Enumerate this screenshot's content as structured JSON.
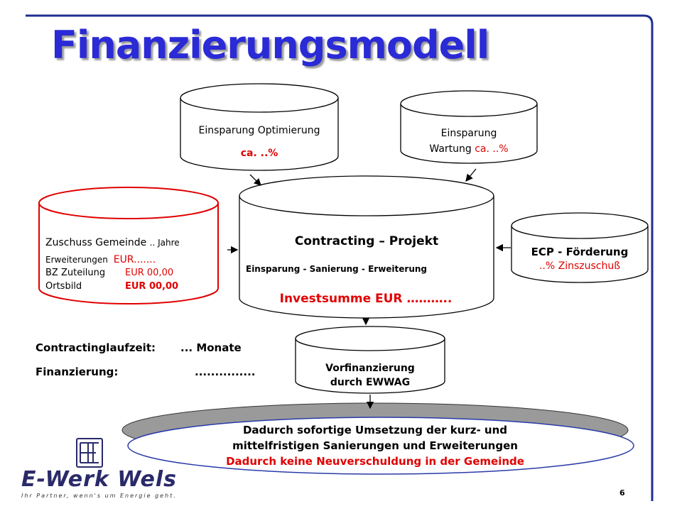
{
  "title": "Finanzierungsmodell",
  "cyl_optimierung": {
    "line1": "Einsparung Optimierung",
    "value": "ca. ..%"
  },
  "cyl_wartung": {
    "line1": "Einsparung",
    "line2_label": "Wartung",
    "value": "ca. ..%"
  },
  "cyl_zuschuss": {
    "heading": "Zuschuss Gemeinde",
    "heading_suffix": ".. Jahre",
    "rows": [
      {
        "label": "Erweiterungen",
        "value": "EUR......."
      },
      {
        "label": "BZ Zuteilung",
        "value": "EUR 00,00"
      },
      {
        "label": "Ortsbild",
        "value": "EUR 00,00"
      }
    ]
  },
  "cyl_contracting": {
    "heading": "Contracting – Projekt",
    "subtitle": "Einsparung - Sanierung - Erweiterung",
    "investsumme": "Investsumme  EUR ……….."
  },
  "cyl_ecp": {
    "heading": "ECP - Förderung",
    "value": "..% Zinszuschuß"
  },
  "cyl_vorfinanzierung": {
    "line1": "Vorfinanzierung",
    "line2": "durch EWWAG"
  },
  "laufzeit": {
    "label": "Contractinglaufzeit:",
    "value": "... Monate"
  },
  "finanzierung": {
    "label": "Finanzierung:",
    "value": "..............."
  },
  "ellipse": {
    "line1": "Dadurch sofortige Umsetzung der kurz- und",
    "line2": "mittelfristigen Sanierungen und Erweiterungen",
    "line3": "Dadurch keine Neuverschuldung in der Gemeinde"
  },
  "logo": {
    "name": "E-Werk Wels",
    "tagline": "Ihr Partner, wenn's um Energie geht."
  },
  "page_number": "6",
  "colors": {
    "title": "#2a2ad6",
    "accent_red": "#e00000",
    "frame_blue": "#1f2f8f",
    "stroke": "#000000"
  }
}
